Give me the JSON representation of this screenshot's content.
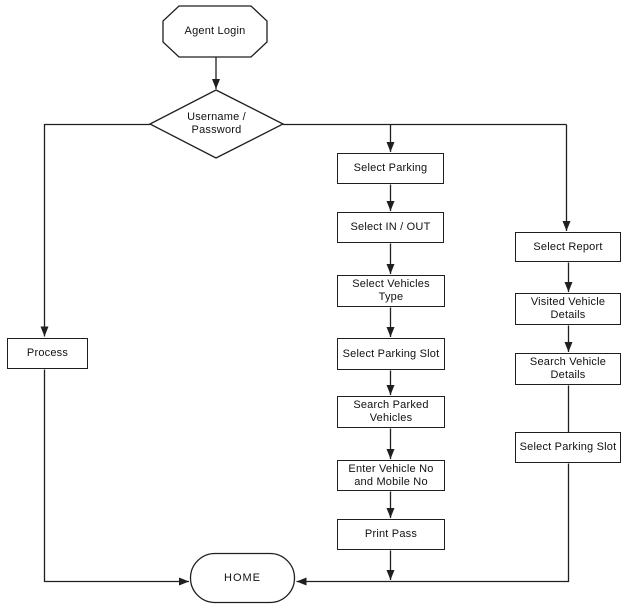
{
  "diagram": {
    "type": "flowchart",
    "nodes": {
      "agent_login": "Agent Login",
      "username_password": "Username / Password",
      "process": "Process",
      "select_parking": "Select Parking",
      "select_in_out": "Select IN / OUT",
      "select_vehicles_type": "Select Vehicles Type",
      "select_parking_slot": "Select Parking Slot",
      "search_parked_vehicles": "Search Parked Vehicles",
      "enter_vehicle_no": "Enter Vehicle No and Mobile No",
      "print_pass": "Print Pass",
      "select_report": "Select Report",
      "visited_vehicle_details": "Visited Vehicle Details",
      "search_vehicle_details": "Search Vehicle Details",
      "select_parking_slot_report": "Select Parking Slot",
      "home": "HOME"
    },
    "edges": [
      {
        "from": "agent_login",
        "to": "username_password",
        "arrow": true
      },
      {
        "from": "username_password",
        "to": "process",
        "arrow": true
      },
      {
        "from": "username_password",
        "to": "select_parking",
        "arrow": true
      },
      {
        "from": "username_password",
        "to": "select_report",
        "arrow": true
      },
      {
        "from": "select_parking",
        "to": "select_in_out",
        "arrow": true
      },
      {
        "from": "select_in_out",
        "to": "select_vehicles_type",
        "arrow": true
      },
      {
        "from": "select_vehicles_type",
        "to": "select_parking_slot",
        "arrow": true
      },
      {
        "from": "select_parking_slot",
        "to": "search_parked_vehicles",
        "arrow": true
      },
      {
        "from": "search_parked_vehicles",
        "to": "enter_vehicle_no",
        "arrow": true
      },
      {
        "from": "enter_vehicle_no",
        "to": "print_pass",
        "arrow": true
      },
      {
        "from": "print_pass",
        "to": "home",
        "arrow": true
      },
      {
        "from": "process",
        "to": "home",
        "arrow": true
      },
      {
        "from": "select_report",
        "to": "visited_vehicle_details",
        "arrow": true
      },
      {
        "from": "visited_vehicle_details",
        "to": "search_vehicle_details",
        "arrow": true
      },
      {
        "from": "search_vehicle_details",
        "to": "select_parking_slot_report",
        "arrow": false
      },
      {
        "from": "select_parking_slot_report",
        "to": "home",
        "arrow": true
      }
    ],
    "colors": {
      "line": "#1f1f1f",
      "text": "#111111",
      "background": "#ffffff"
    }
  }
}
